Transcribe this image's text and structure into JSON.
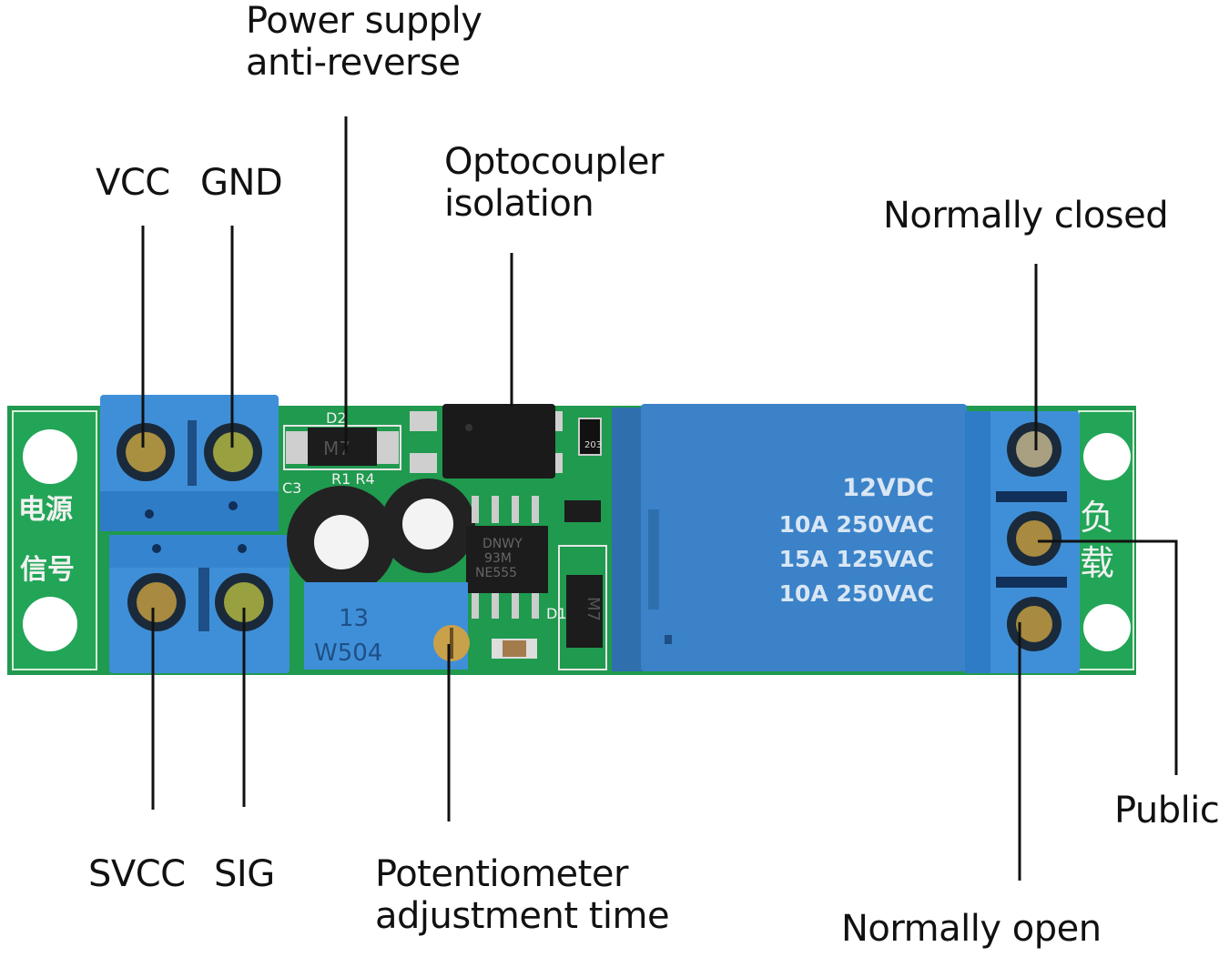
{
  "callouts": {
    "power_antireverse": [
      "Power supply",
      "anti-reverse"
    ],
    "vcc": "VCC",
    "gnd": "GND",
    "optocoupler": [
      "Optocoupler",
      "isolation"
    ],
    "normally_closed": "Normally closed",
    "public": "Public",
    "normally_open": "Normally open",
    "svcc": "SVCC",
    "sig": "SIG",
    "potentiometer": [
      "Potentiometer",
      "adjustment time"
    ]
  },
  "board": {
    "silk_power": "电源",
    "silk_signal": "信号",
    "silk_load": [
      "负",
      "载"
    ],
    "d2": "D2",
    "d1": "D1",
    "diode_mark": "M7",
    "c3": "C3",
    "r1r4": "R1 R4",
    "resistor_code": "203",
    "ic": [
      "NE555",
      "93M",
      "DNWY"
    ],
    "pot": [
      "13",
      "W504"
    ],
    "relay": [
      "12VDC",
      "10A 250VAC",
      "15A 125VAC",
      "10A 250VAC"
    ]
  },
  "colors": {
    "pcb": "#1f9a4e",
    "terminal_blue": "#3f8fd8",
    "relay_blue": "#3b82c8"
  }
}
